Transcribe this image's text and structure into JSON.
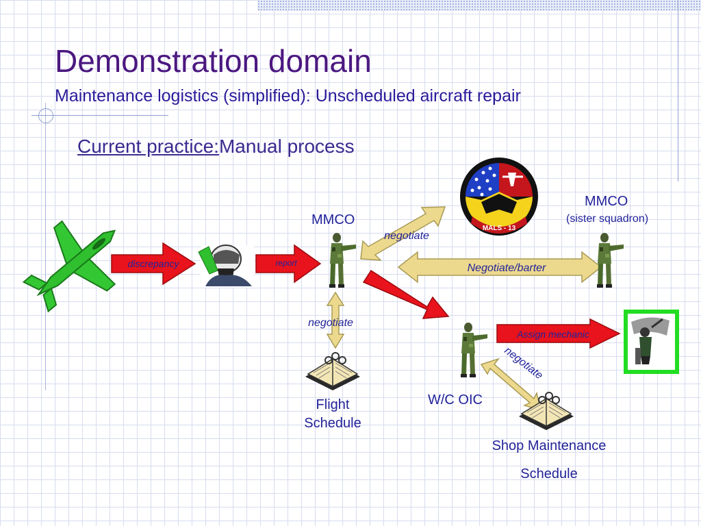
{
  "title": "Demonstration domain",
  "subtitle": "Maintenance logistics (simplified): Unscheduled aircraft repair",
  "practice": {
    "underlined": "Current practice:",
    "rest": "Manual process"
  },
  "nodes": {
    "mmco": "MMCO",
    "mmco_sister": "MMCO",
    "mmco_sister_note": "(sister squadron)",
    "wc_oic": "W/C OIC",
    "flight_schedule_line1": "Flight",
    "flight_schedule_line2": "Schedule",
    "shop_schedule_line1": "Shop Maintenance",
    "shop_schedule_line2": "Schedule"
  },
  "edges": {
    "discrepancy": "discrepancy",
    "report": "report",
    "negotiate_top": "negotiate",
    "negotiate_barter": "Negotiate/barter",
    "negotiate_flight": "negotiate",
    "assign_mechanic": "Assign mechanic",
    "negotiate_shop": "negotiate"
  },
  "logo": {
    "text": "MALS - 13"
  },
  "colors": {
    "title": "#4b1780",
    "red_arrow": "#e8131c",
    "tan_arrow": "#ecd98e",
    "label_blue": "#22229a",
    "mechanic_frame": "#22dd22"
  },
  "icons": [
    "green-jet-icon",
    "pilot-icon",
    "soldier-icon",
    "squadron-logo-icon",
    "schedule-book-icon",
    "mechanic-icon"
  ]
}
